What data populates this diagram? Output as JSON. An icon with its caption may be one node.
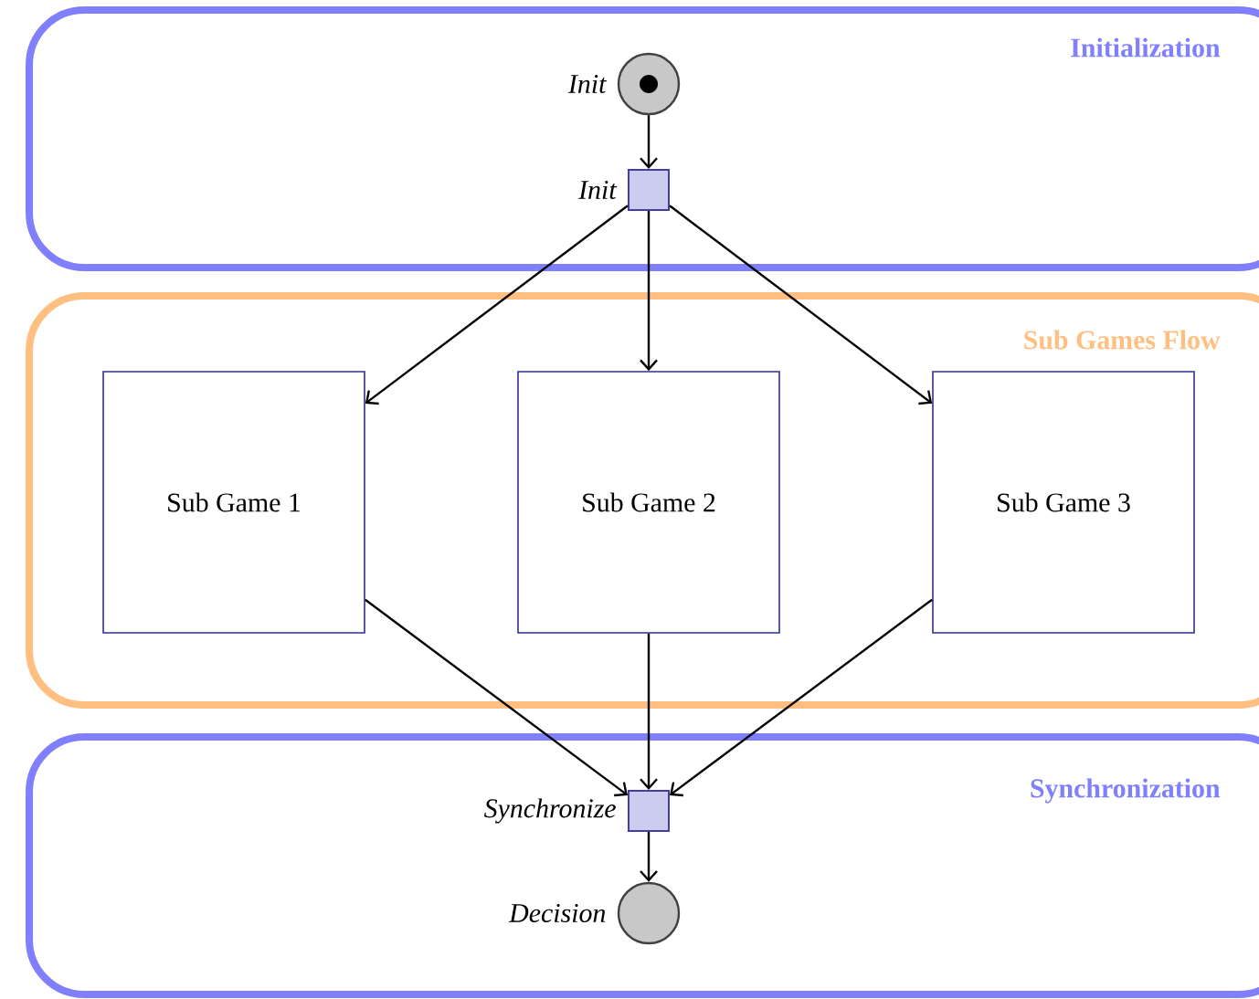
{
  "diagram": {
    "nodes": [
      {
        "text": [
          "Initialization"
        ]
      },
      {
        "text": [],
        "shape": "circle",
        "beside": [
          "Init"
        ],
        "in": 0
      },
      {
        "text": [],
        "shape": "box",
        "beside": [
          "Init"
        ],
        "in": 0
      },
      {
        "text": [
          "Sub Games Flow"
        ]
      },
      {
        "text": [
          "Sub Game 1"
        ],
        "in": 3
      },
      {
        "text": [
          "Sub Game 2"
        ],
        "in": 3
      },
      {
        "text": [
          "Sub Game 3"
        ],
        "in": 3
      },
      {
        "text": [
          "Synchronization"
        ]
      },
      {
        "text": [],
        "shape": "box",
        "beside": [
          "Synchronize"
        ],
        "in": 7
      },
      {
        "text": [],
        "shape": "circle",
        "beside": [
          "Decision"
        ],
        "in": 7
      }
    ],
    "edges": [
      {
        "from": 1,
        "to": 2,
        "arrow": "to"
      },
      {
        "from": 2,
        "to": 4,
        "arrow": "to"
      },
      {
        "from": 2,
        "to": 5,
        "arrow": "to"
      },
      {
        "from": 2,
        "to": 6,
        "arrow": "to"
      },
      {
        "from": 4,
        "to": 8,
        "arrow": "to"
      },
      {
        "from": 5,
        "to": 8,
        "arrow": "to"
      },
      {
        "from": 6,
        "to": 8,
        "arrow": "to"
      },
      {
        "from": 8,
        "to": 9,
        "arrow": "to"
      }
    ]
  }
}
